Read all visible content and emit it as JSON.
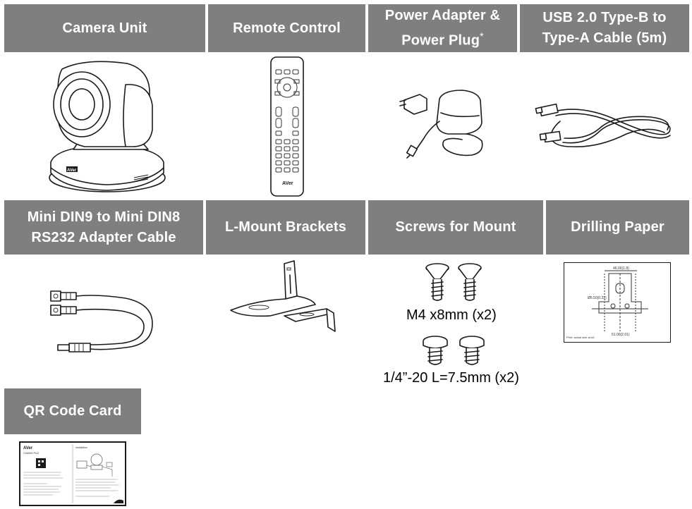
{
  "row1": {
    "camera_unit": "Camera Unit",
    "remote_control": "Remote Control",
    "power_adapter_line1": "Power Adapter &",
    "power_adapter_line2": "Power Plug",
    "power_adapter_mark": "*",
    "usb_cable_line1": "USB 2.0 Type-B to",
    "usb_cable_line2": "Type-A Cable (5m)"
  },
  "row2": {
    "rs232_line1": "Mini DIN9 to Mini DIN8",
    "rs232_line2": "RS232 Adapter Cable",
    "l_mount": "L-Mount Brackets",
    "screws": "Screws for Mount",
    "drilling_paper": "Drilling Paper"
  },
  "row3": {
    "qr_code_card": "QR Code Card"
  },
  "screws": {
    "m4_caption": "M4 x8mm (x2)",
    "quarter_caption": "1/4”-20 L=7.5mm (x2)"
  },
  "logo_text": "AVer",
  "drilling": {
    "dim_top": "46.00(1.8)",
    "dim_side": "Ø5.50(0.22)",
    "dim_bottom": "51.00(2.01)",
    "footer": "Print: actual size at A4"
  },
  "qr_card": {
    "brand": "AVer",
    "product": "CAM520 Pro3",
    "section": "Installation"
  }
}
